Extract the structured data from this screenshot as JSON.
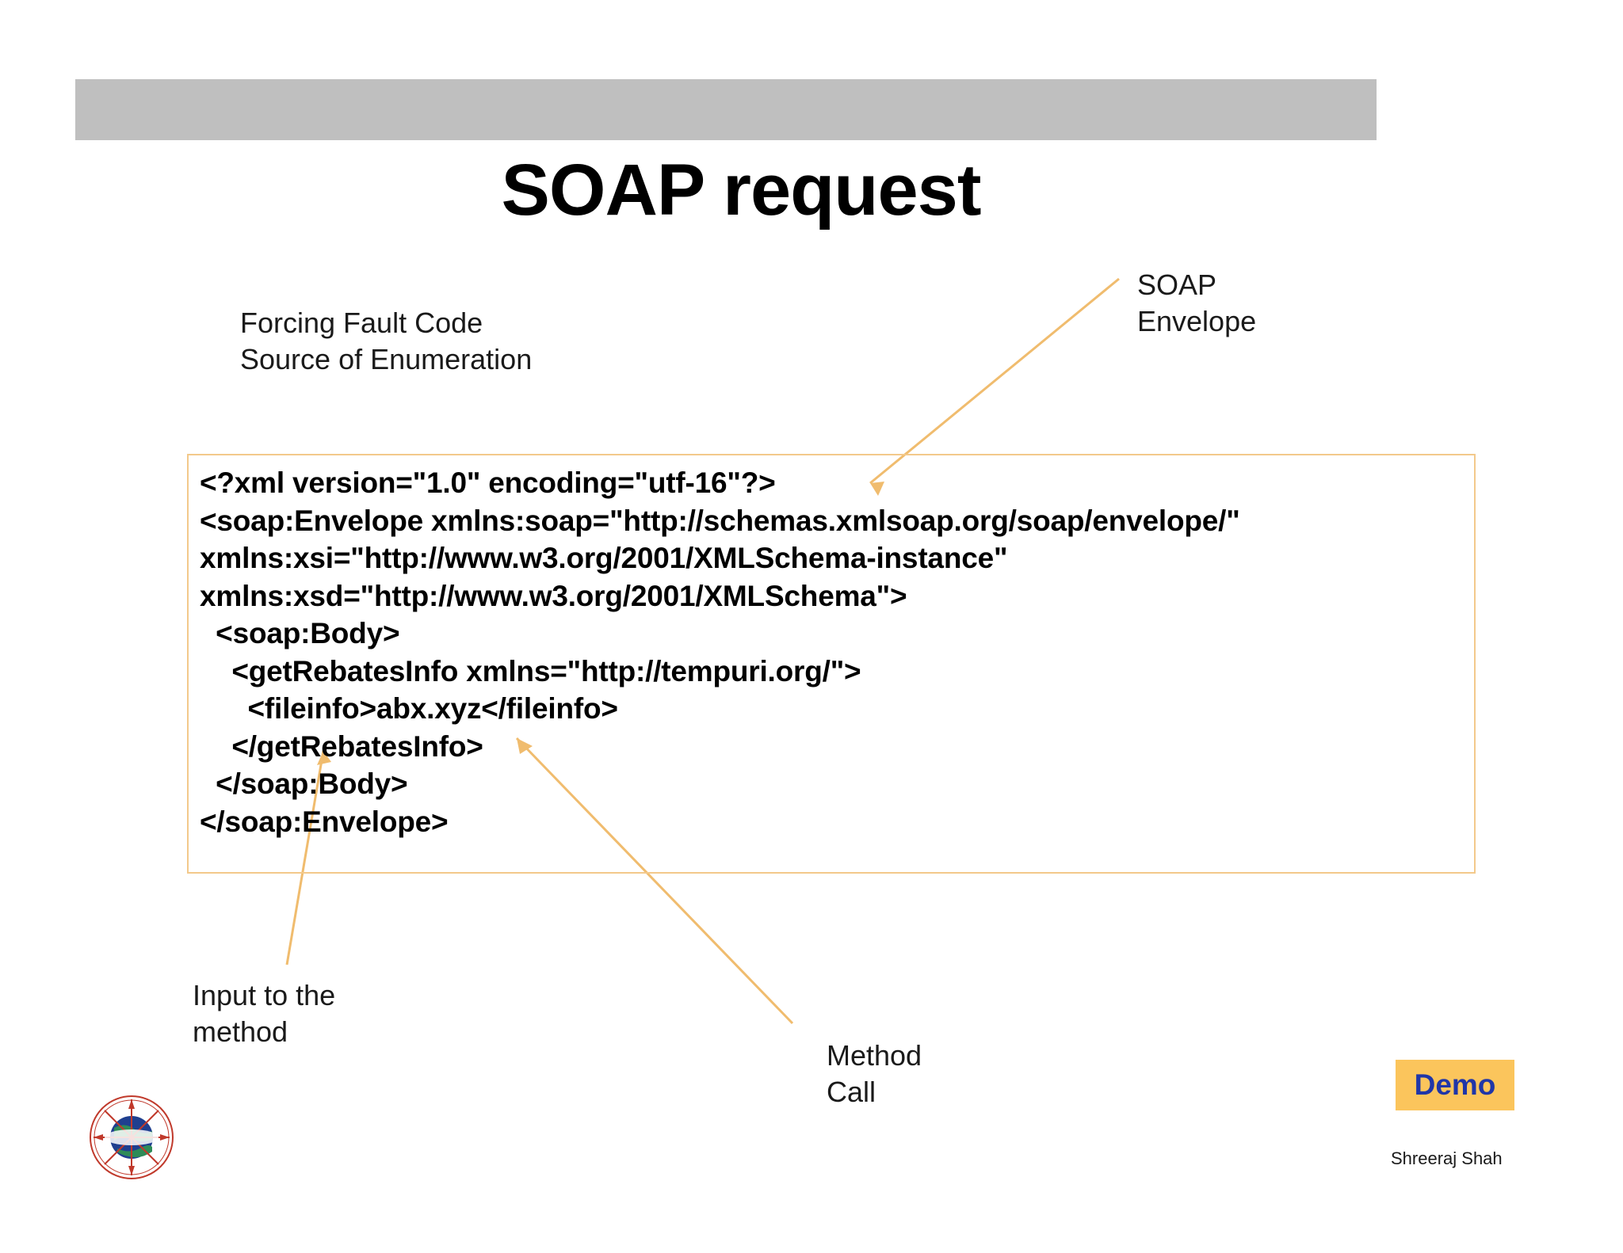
{
  "slide": {
    "title": "SOAP request",
    "signature": "Shreeraj Shah"
  },
  "annotations": {
    "fault_note": "Forcing Fault Code\nSource of Enumeration",
    "soap_envelope_label": "SOAP\nEnvelope",
    "input_label": "Input to the\nmethod",
    "method_call_label": "Method\nCall"
  },
  "code": {
    "language": "xml",
    "lines": [
      "<?xml version=\"1.0\" encoding=\"utf-16\"?>",
      "<soap:Envelope xmlns:soap=\"http://schemas.xmlsoap.org/soap/envelope/\"",
      "xmlns:xsi=\"http://www.w3.org/2001/XMLSchema-instance\"",
      "xmlns:xsd=\"http://www.w3.org/2001/XMLSchema\">",
      "  <soap:Body>",
      "    <getRebatesInfo xmlns=\"http://tempuri.org/\">",
      "      <fileinfo>abx.xyz</fileinfo>",
      "    </getRebatesInfo>",
      "  </soap:Body>",
      "</soap:Envelope>"
    ]
  },
  "badge": {
    "demo_label": "Demo"
  },
  "colors": {
    "header_bar": "#bfbfbf",
    "code_border": "#f3c98b",
    "leader_line": "#f0bc6e",
    "badge_background": "#fbc55c",
    "badge_text": "#2036a8",
    "logo_ring": "#c0392b",
    "logo_globe_land": "#2e8b57",
    "logo_globe_sea": "#1f3f8f"
  }
}
